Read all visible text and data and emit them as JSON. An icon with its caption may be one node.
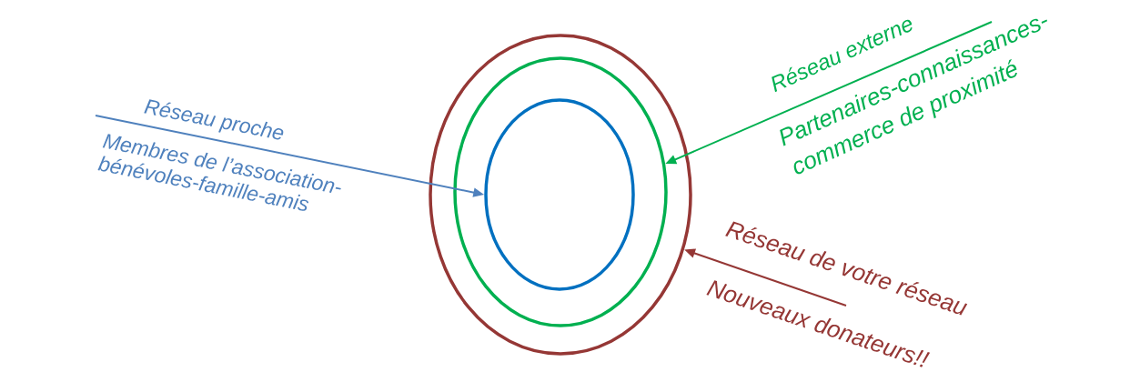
{
  "diagram": {
    "nodes": [
      {
        "text": [],
        "shape": "ellipse"
      },
      {
        "text": [],
        "shape": "ellipse",
        "in": 0
      },
      {
        "text": [],
        "shape": "ellipse",
        "in": 1
      },
      {
        "text": [
          "Réseau proche",
          "Membres de l’association- bénévoles-famille-amis"
        ]
      },
      {
        "text": [
          "Réseau externe",
          "Partenaires-connaissances- commerce de proximité"
        ]
      },
      {
        "text": [
          "Réseau de votre réseau",
          "Nouveaux donateurs!!"
        ]
      }
    ],
    "edges": [
      {
        "from": 3,
        "to": 2,
        "arrow": "to",
        "color": "#4f81bd"
      },
      {
        "from": 4,
        "to": 1,
        "arrow": "to",
        "color": "#00b050"
      },
      {
        "from": 5,
        "to": 0,
        "arrow": "to",
        "color": "#953735"
      }
    ]
  }
}
